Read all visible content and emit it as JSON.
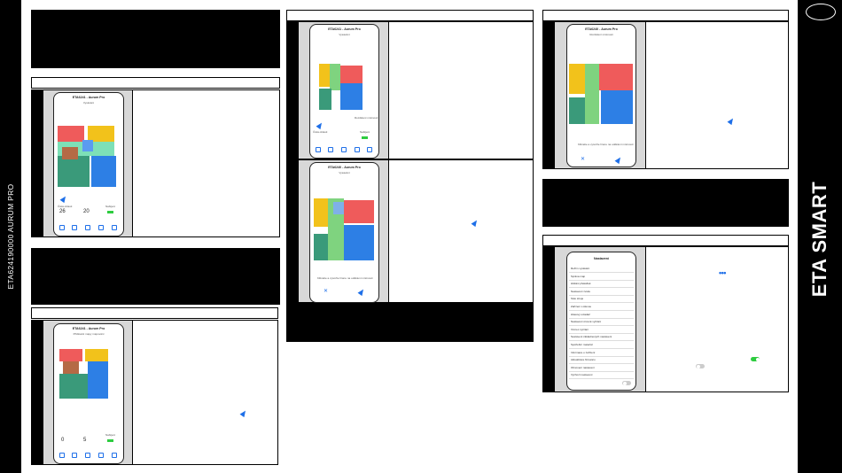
{
  "left_bar": {
    "model_text": "ETA624190000 AURUM PRO"
  },
  "right_bar": {
    "brand": "ETA SMART"
  },
  "phones": {
    "app_title": "ETA6241 - Aurum Pro",
    "app_title_alt": "ETA6240 - Aurum Pro",
    "map_label": "Vysávání",
    "edit_label": "Přidávání mapy mapování",
    "room_division": "Rozdělení místnosti",
    "settings_title": "Nastavení",
    "cleaning_area": "Čistá oblasti",
    "value_area": "26",
    "value_time": "20",
    "value_small_1": "0",
    "value_small_2": "5",
    "battery_label": "Nabíjení",
    "save_hint": "Uložit mapu",
    "divide_hint": "Klikněte a vytvořte hranu na oddělení místnosti",
    "settings_rows": [
      "Režim vysávání",
      "Správa map",
      "Hlídání překážek",
      "Nastavení zvuku",
      "Stav stroje",
      "Zařízení s Alexou",
      "Hlasový ovladač",
      "Nastavení úrovně vytírání",
      "Vzorec vytírání",
      "Sestavení základnových nastavení",
      "Spotřební materiál",
      "Informace o zařízení",
      "Aktualizace firmwaru",
      "Obnovení nastavení",
      "Výchozí nastavení"
    ]
  },
  "colors": {
    "room_yellow": "#f2c21b",
    "room_red": "#ef5b5b",
    "room_green_light": "#7fd37f",
    "room_mint": "#7de0b7",
    "room_teal": "#3a9a7a",
    "room_blue": "#2d7fe5",
    "room_brown": "#b56a45",
    "accent_blue": "#1e6fe8",
    "toggle_green": "#2ecc40"
  }
}
